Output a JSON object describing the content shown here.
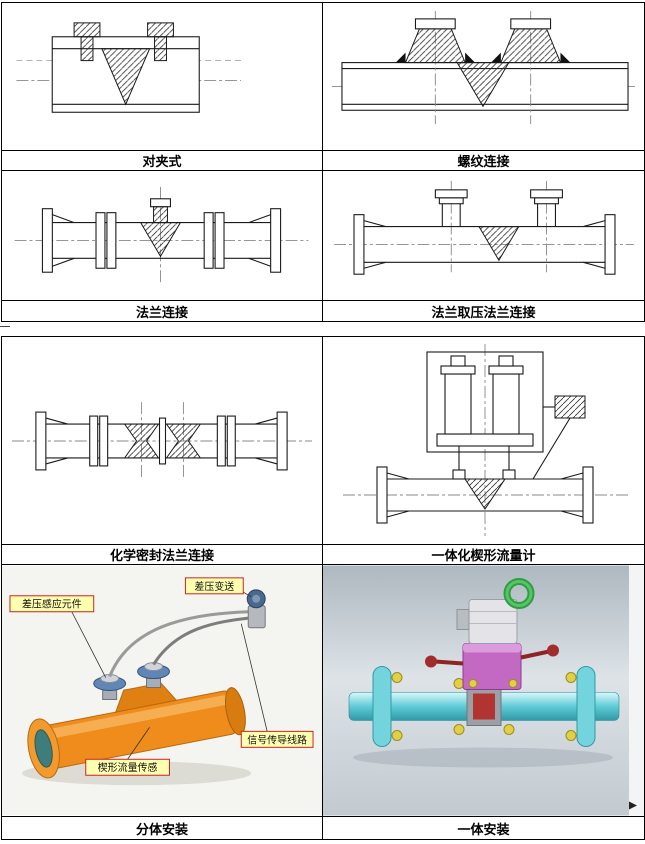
{
  "labels": {
    "wafer": "对夹式",
    "threaded": "螺纹连接",
    "flange": "法兰连接",
    "flange_tap": "法兰取压法兰连接",
    "chemical_seal": "化学密封法兰连接",
    "integrated_meter": "一体化楔形流量计",
    "split_install": "分体安装",
    "integrated_install": "一体安装"
  },
  "split_photo_annotations": {
    "dp_sensing_element": "差压感应元件",
    "dp_transmitter": "差压变送",
    "wedge_flow_sensor": "楔形流量传感",
    "signal_line": "信号传导线路"
  },
  "colors": {
    "annotation_fill": "#ffffb0",
    "annotation_border": "#cc2222",
    "orange_pipe": "#ef8c1c",
    "cyan_pipe": "#5fcbd6",
    "magenta_manifold": "#c368c3",
    "green_ring": "#2e9e40"
  }
}
